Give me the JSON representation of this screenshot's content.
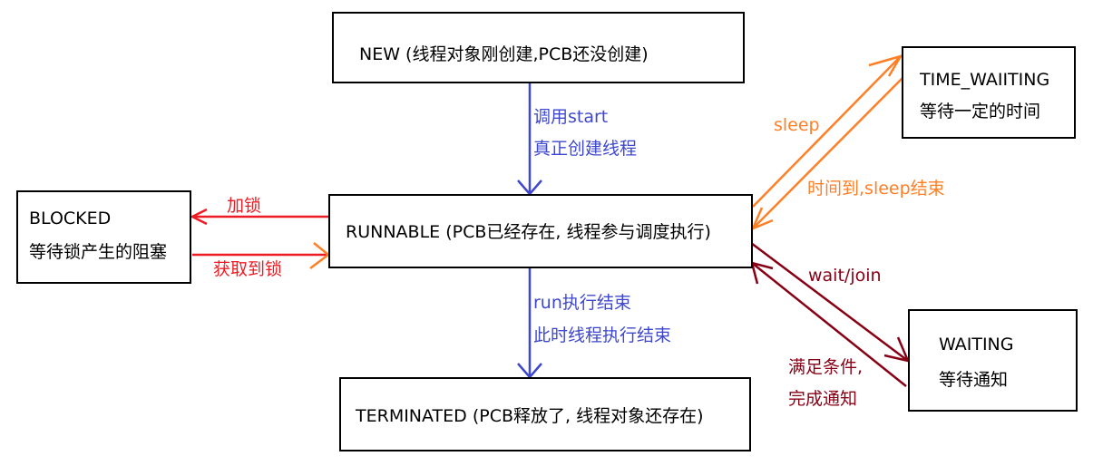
{
  "states": {
    "new": {
      "line1": "NEW (线程对象刚创建,PCB还没创建)"
    },
    "runnable": {
      "line1": "RUNNABLE (PCB已经存在, 线程参与调度执行)"
    },
    "terminated": {
      "line1": "TERMINATED (PCB释放了, 线程对象还存在)"
    },
    "blocked": {
      "line1": "BLOCKED",
      "line2": "等待锁产生的阻塞"
    },
    "time_waiting": {
      "line1": "TIME_WAIITING",
      "line2": "等待一定的时间"
    },
    "waiting": {
      "line1": "WAITING",
      "line2": "等待通知"
    }
  },
  "transitions": {
    "new_to_runnable": {
      "line1": "调用start",
      "line2": "真正创建线程",
      "color": "#3f48cc"
    },
    "runnable_to_terminated": {
      "line1": "run执行结束",
      "line2": "此时线程执行结束",
      "color": "#3f48cc"
    },
    "runnable_to_blocked": {
      "line1": "加锁",
      "color": "#ed1c24"
    },
    "blocked_to_runnable": {
      "line1": "获取到锁",
      "color": "#ed1c24"
    },
    "runnable_to_time_waiting": {
      "line1": "sleep",
      "color": "#ff7f27"
    },
    "time_waiting_to_runnable": {
      "line1": "时间到,sleep结束",
      "color": "#ff7f27"
    },
    "runnable_to_waiting": {
      "line1": "wait/join",
      "color": "#880015"
    },
    "waiting_to_runnable": {
      "line1": "满足条件,",
      "line2": "完成通知",
      "color": "#880015"
    }
  }
}
